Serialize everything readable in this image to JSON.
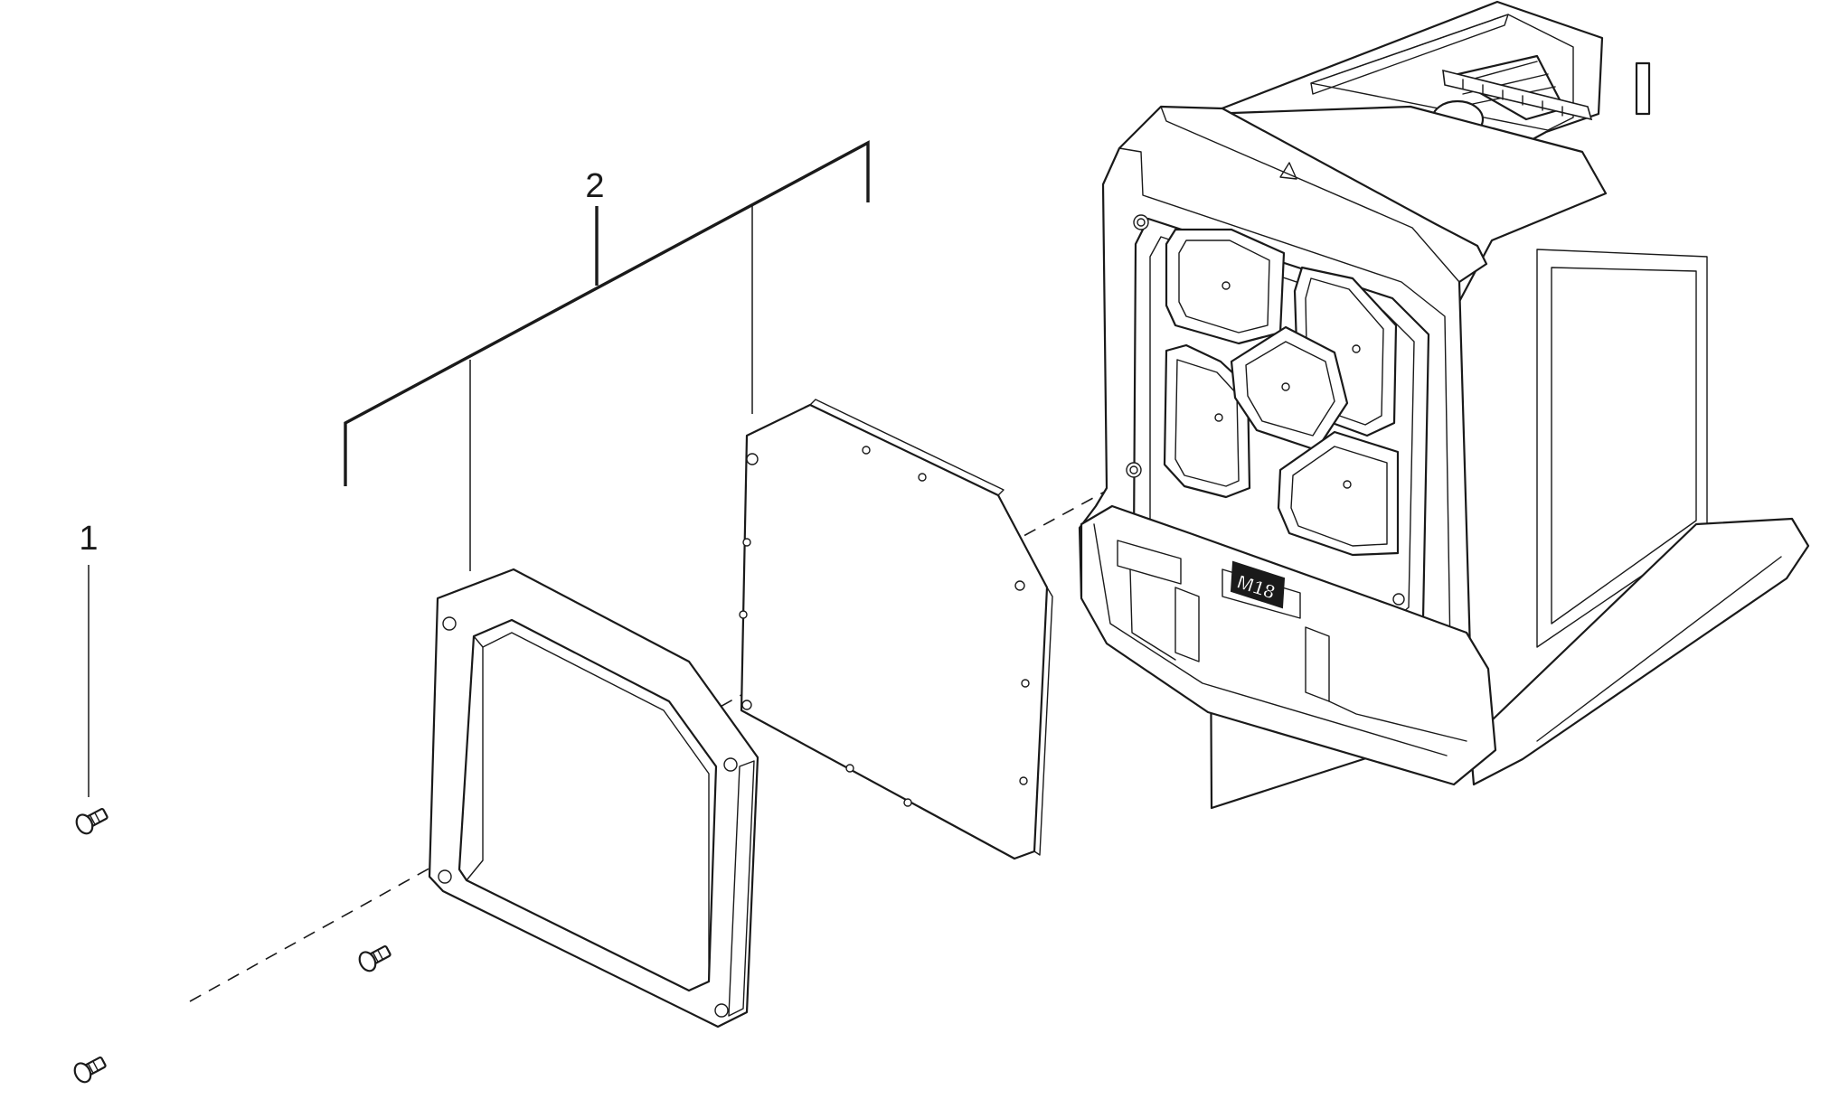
{
  "callouts": {
    "part_1": "1",
    "part_2": "2"
  },
  "product_badge": "M18"
}
